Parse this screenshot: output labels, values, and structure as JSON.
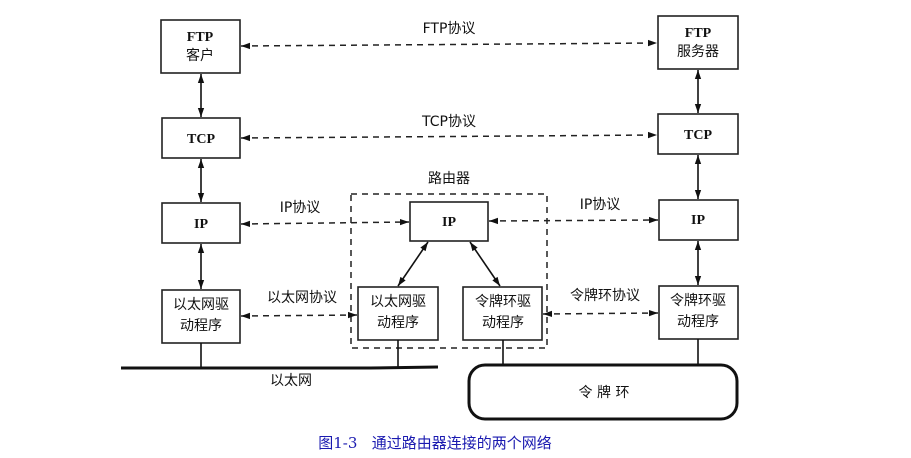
{
  "boxes": {
    "ftp_client": [
      "FTP",
      "客户"
    ],
    "tcp_left": [
      "TCP"
    ],
    "ip_left": [
      "IP"
    ],
    "eth_driver_left": [
      "以太网驱",
      "动程序"
    ],
    "ip_router": [
      "IP"
    ],
    "eth_driver_router": [
      "以太网驱",
      "动程序"
    ],
    "tr_driver_router": [
      "令牌环驱",
      "动程序"
    ],
    "ftp_server": [
      "FTP",
      "服务器"
    ],
    "tcp_right": [
      "TCP"
    ],
    "ip_right": [
      "IP"
    ],
    "tr_driver_right": [
      "令牌环驱",
      "动程序"
    ]
  },
  "protocol_labels": {
    "ftp": "FTP协议",
    "tcp": "TCP协议",
    "ip_left": "IP协议",
    "ip_right": "IP协议",
    "ethernet": "以太网协议",
    "token_ring": "令牌环协议"
  },
  "router_label": "路由器",
  "networks": {
    "ethernet": "以太网",
    "token_ring": "令 牌 环"
  },
  "caption": "图1-3   通过路由器连接的两个网络",
  "colors": {
    "caption": "#1a1ab0",
    "lines": "#111111"
  }
}
